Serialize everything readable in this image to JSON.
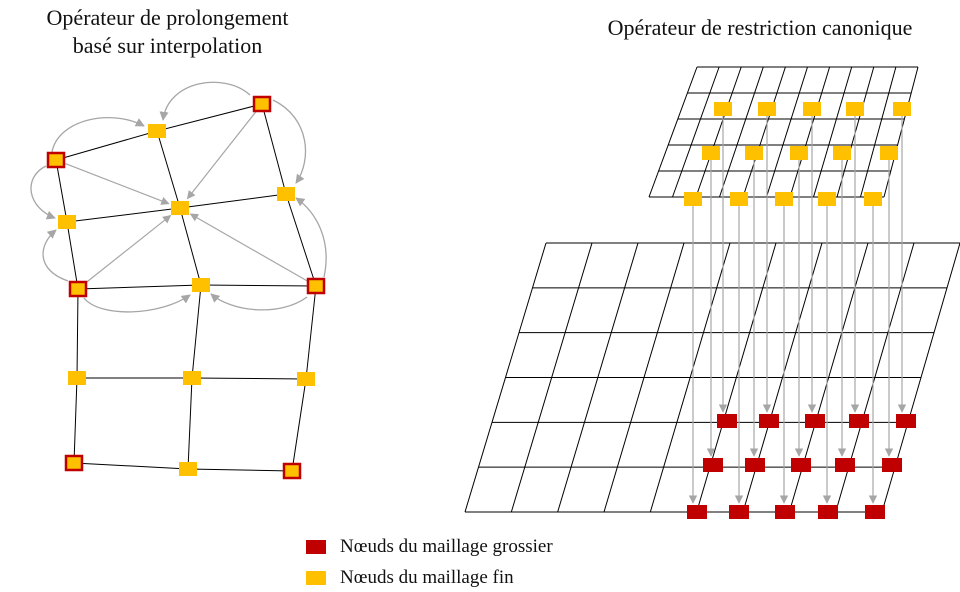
{
  "titles": {
    "left_line1": "Opérateur de prolongement",
    "left_line2": "basé sur interpolation",
    "right": "Opérateur de restriction canonique"
  },
  "legend": [
    {
      "label": "Nœuds du maillage grossier",
      "color": "#c00000"
    },
    {
      "label": "Nœuds du maillage fin",
      "color": "#ffc000"
    }
  ],
  "colors": {
    "coarse_fill": "#c00000",
    "fine_fill": "#ffc000",
    "mesh_line": "#000000",
    "arrow": "#a6a6a6"
  }
}
